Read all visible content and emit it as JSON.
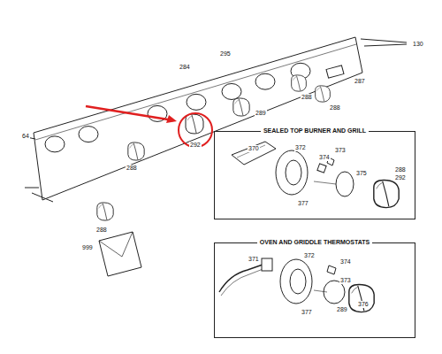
{
  "diagram": {
    "nodes": [
      {
        "text": [
          "SEALED TOP BURNER AND GRILL"
        ]
      },
      {
        "text": [
          "OVEN AND GRIDDLE THERMOSTATS"
        ]
      }
    ],
    "labels": [
      "130",
      "295",
      "284",
      "287",
      "288",
      "288",
      "289",
      "64",
      "292",
      "288",
      "288",
      "999",
      "370",
      "372",
      "373",
      "374",
      "375",
      "288",
      "292",
      "377",
      "371",
      "372",
      "374",
      "373",
      "376",
      "377",
      "289"
    ]
  }
}
